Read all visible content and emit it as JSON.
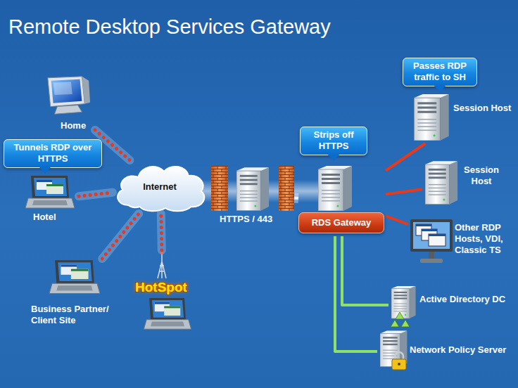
{
  "diagram": {
    "title": "Remote Desktop Services Gateway",
    "nodes": [
      {
        "text": [
          "Home"
        ]
      },
      {
        "text": [
          "Tunnels RDP over HTTPS"
        ]
      },
      {
        "text": [
          "Hotel"
        ]
      },
      {
        "text": [
          "Internet"
        ]
      },
      {
        "text": [
          "Business Partner/ Client Site"
        ]
      },
      {
        "text": [
          "HotSpot"
        ]
      },
      {
        "text": [
          "HTTPS / 443"
        ]
      },
      {
        "text": [
          "Strips off HTTPS"
        ]
      },
      {
        "text": [
          "RDS Gateway"
        ]
      },
      {
        "text": [
          "Passes RDP traffic to SH"
        ]
      },
      {
        "text": [
          "Session Host"
        ]
      },
      {
        "text": [
          "Session Host"
        ]
      },
      {
        "text": [
          "Other RDP Hosts, VDI, Classic TS"
        ]
      },
      {
        "text": [
          "Active Directory DC"
        ]
      },
      {
        "text": [
          "Network Policy Server"
        ]
      }
    ],
    "edges": [
      {
        "from": 0,
        "to": 3,
        "arrow": "none"
      },
      {
        "from": 2,
        "to": 3,
        "arrow": "none"
      },
      {
        "from": 4,
        "to": 3,
        "arrow": "none"
      },
      {
        "from": 5,
        "to": 3,
        "arrow": "none"
      },
      {
        "from": 3,
        "to": 6,
        "arrow": "none"
      },
      {
        "from": 6,
        "to": 8,
        "arrow": "none"
      },
      {
        "from": 8,
        "to": 10,
        "arrow": "none"
      },
      {
        "from": 8,
        "to": 11,
        "arrow": "none"
      },
      {
        "from": 8,
        "to": 12,
        "arrow": "none"
      },
      {
        "from": 8,
        "to": 13,
        "arrow": "none"
      },
      {
        "from": 8,
        "to": 14,
        "arrow": "none"
      }
    ]
  }
}
